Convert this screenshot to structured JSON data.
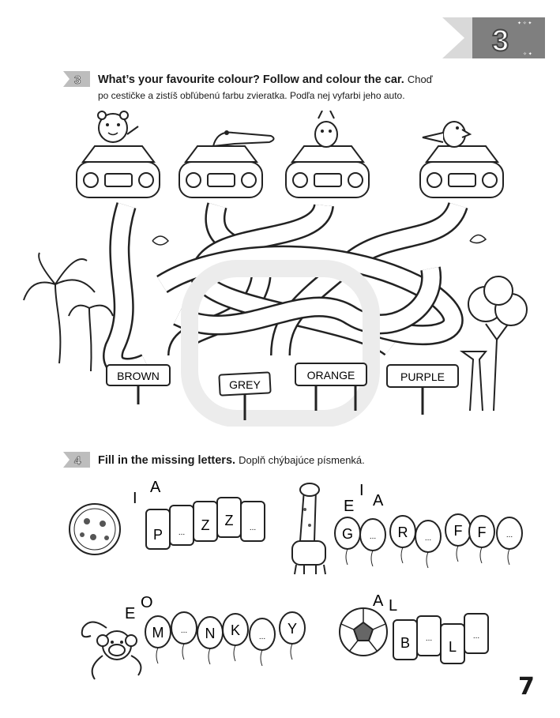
{
  "unit_badge": "3",
  "exercise3": {
    "number": "3",
    "title": "What’s your favourite colour? Follow and colour the car.",
    "title_sk_1": "Choď",
    "title_sk_2": "po cestičke a zistíš obľúbenú farbu zvieratka. Podľa nej vyfarbi jeho auto.",
    "animals": [
      "tiger-icon",
      "crocodile-icon",
      "zebra-icon",
      "parrot-icon"
    ],
    "signs": [
      "BROWN",
      "GREY",
      "ORANGE",
      "PURPLE"
    ]
  },
  "exercise4": {
    "number": "4",
    "title": "Fill in the missing letters.",
    "title_sk": "Doplň chýbajúce písmenká.",
    "pizza": {
      "hints": [
        "I",
        "A"
      ],
      "cells": [
        "P",
        "...",
        "Z",
        "Z",
        "..."
      ]
    },
    "giraffe": {
      "hints": [
        "E",
        "I",
        "A"
      ],
      "cells": [
        "G",
        "...",
        "R",
        "...",
        "F",
        "F",
        "..."
      ]
    },
    "monkey": {
      "hints": [
        "E",
        "O"
      ],
      "cells": [
        "M",
        "...",
        "N",
        "K",
        "...",
        "Y"
      ]
    },
    "ball": {
      "hints": [
        "A",
        "L"
      ],
      "cells": [
        "B",
        "...",
        "L",
        "..."
      ]
    }
  },
  "page_number": "7"
}
